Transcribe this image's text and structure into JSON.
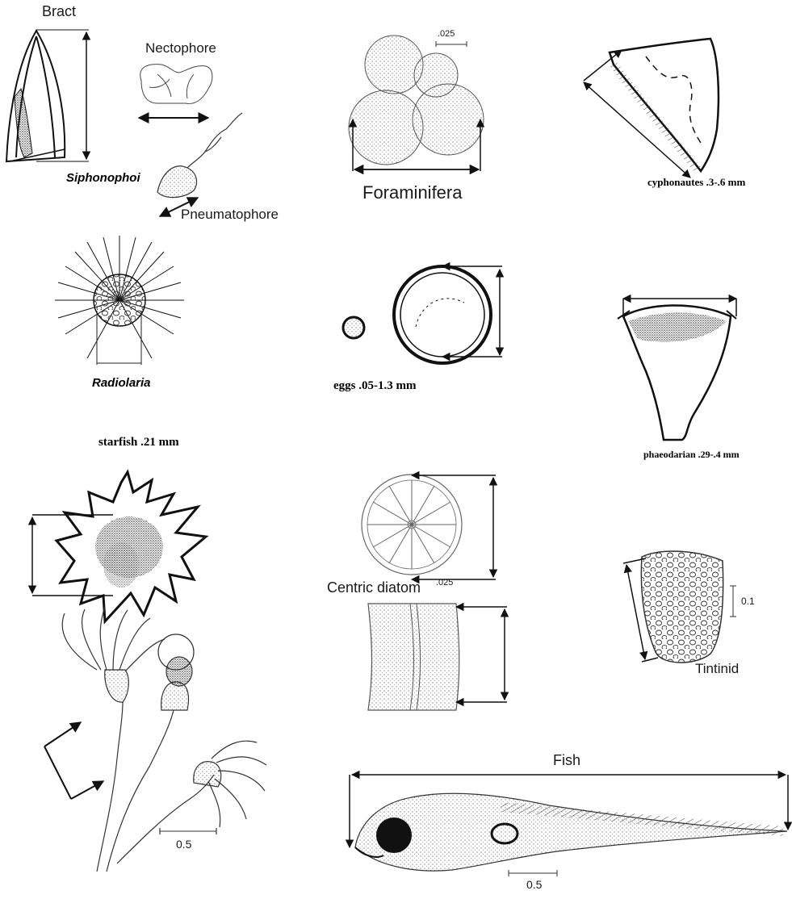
{
  "labels": {
    "bract": "Bract",
    "nectophore": "Nectophore",
    "siphonophore": "Siphonophoi",
    "pneumatophore": "Pneumatophore",
    "foraminifera_scale": ".025",
    "foraminifera": "Foraminifera",
    "cyphonautes": "cyphonautes  .3-.6 mm",
    "radiolaria": "Radiolaria",
    "eggs": "eggs .05-1.3 mm",
    "phaeodarian": "phaeodarian .29-.4 mm",
    "starfish": "starfish  .21 mm",
    "centric_diatom": "Centric diatom",
    "diatom_scale": ".025",
    "tintinid_scale": "0.1",
    "tintinid": "Tintinid",
    "hydroid_scale": "0.5",
    "fish": "Fish",
    "fish_scale": "0.5"
  }
}
